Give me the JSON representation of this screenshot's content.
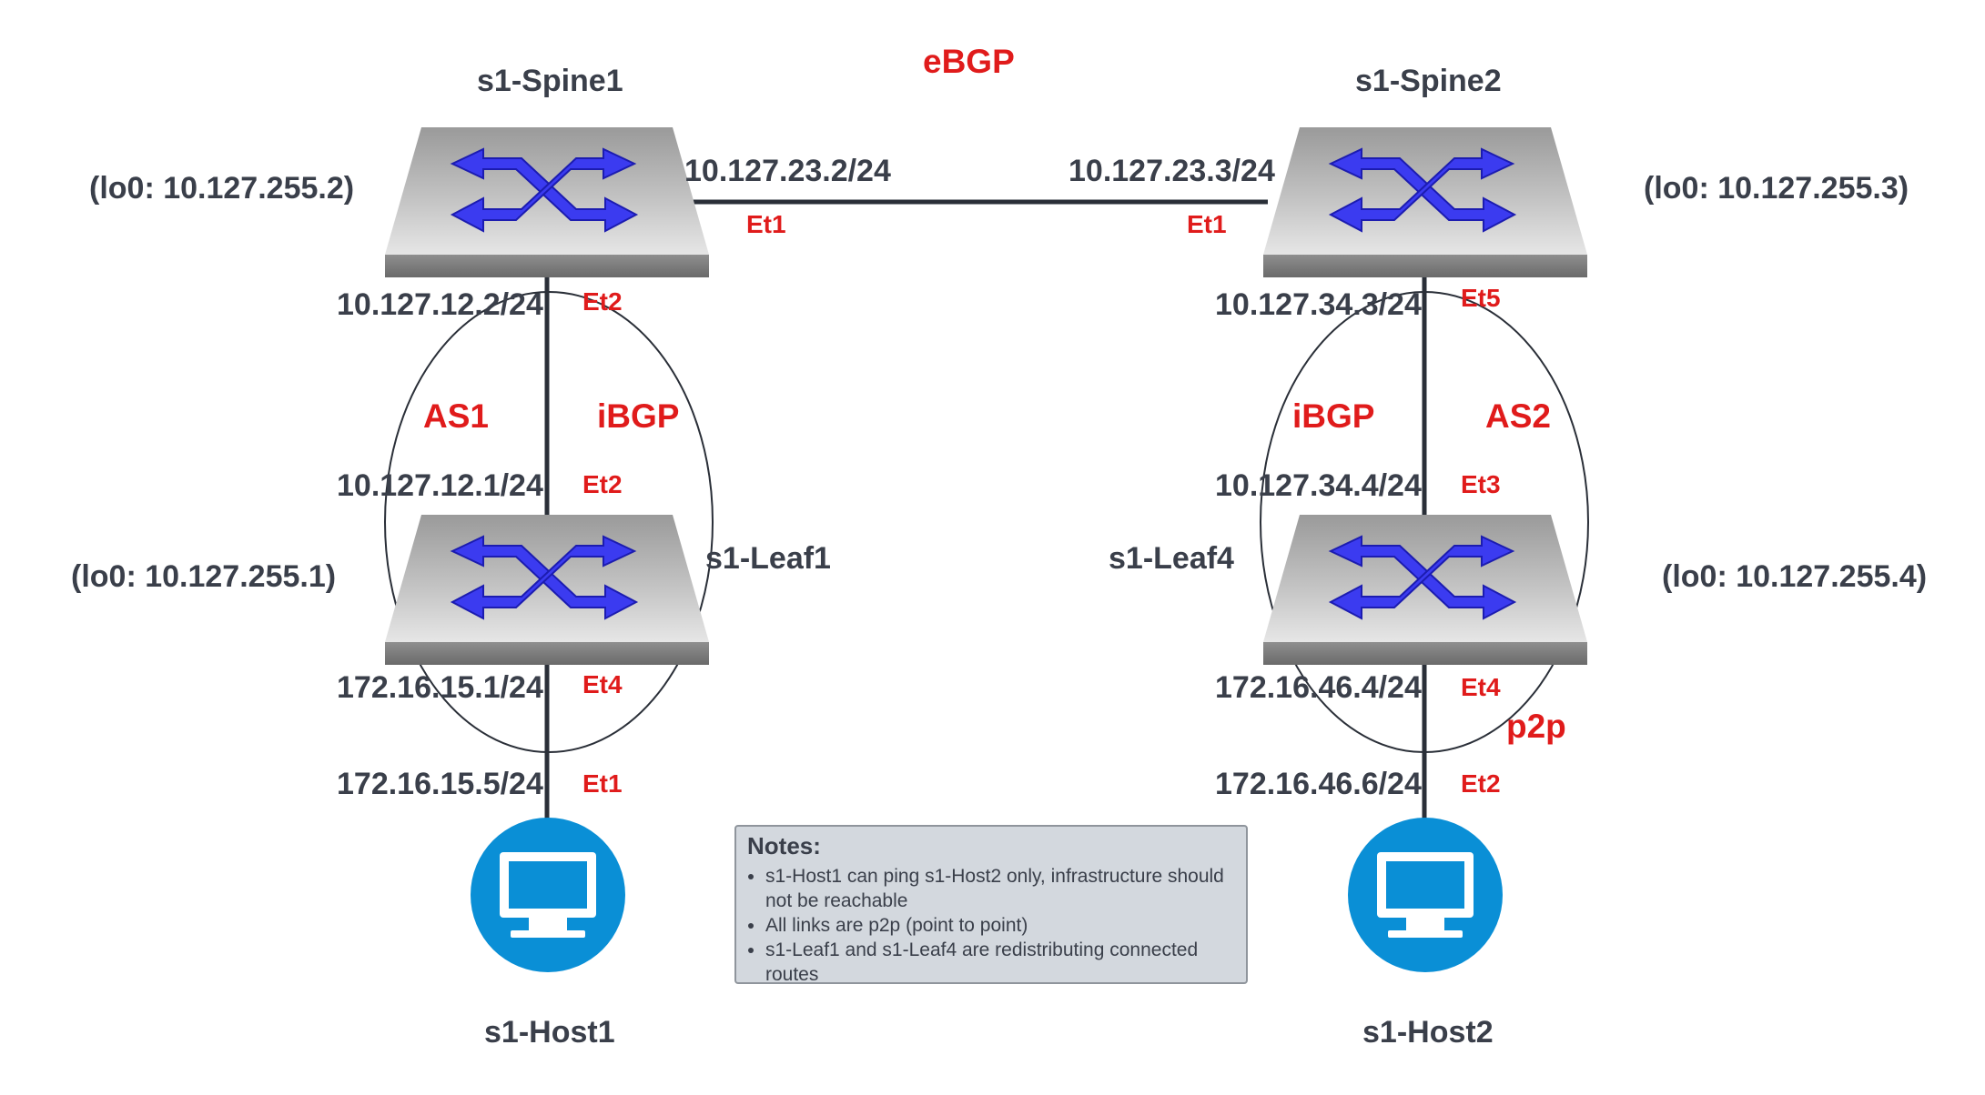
{
  "protocols": {
    "ebgp": "eBGP",
    "ibgp_left": "iBGP",
    "ibgp_right": "iBGP",
    "as1": "AS1",
    "as2": "AS2",
    "p2p": "p2p"
  },
  "nodes": {
    "spine1": {
      "name": "s1-Spine1",
      "loopback": "(lo0: 10.127.255.2)"
    },
    "spine2": {
      "name": "s1-Spine2",
      "loopback": "(lo0: 10.127.255.3)"
    },
    "leaf1": {
      "name": "s1-Leaf1",
      "loopback": "(lo0: 10.127.255.1)"
    },
    "leaf4": {
      "name": "s1-Leaf4",
      "loopback": "(lo0: 10.127.255.4)"
    },
    "host1": {
      "name": "s1-Host1"
    },
    "host2": {
      "name": "s1-Host2"
    }
  },
  "links": {
    "spine1_spine2": {
      "a_ip": "10.127.23.2/24",
      "a_port": "Et1",
      "b_ip": "10.127.23.3/24",
      "b_port": "Et1"
    },
    "spine1_leaf1": {
      "a_ip": "10.127.12.2/24",
      "a_port": "Et2",
      "b_ip": "10.127.12.1/24",
      "b_port": "Et2"
    },
    "leaf1_host1": {
      "a_ip": "172.16.15.1/24",
      "a_port": "Et4",
      "b_ip": "172.16.15.5/24",
      "b_port": "Et1"
    },
    "spine2_leaf4": {
      "a_ip": "10.127.34.3/24",
      "a_port": "Et5",
      "b_ip": "10.127.34.4/24",
      "b_port": "Et3"
    },
    "leaf4_host2": {
      "a_ip": "172.16.46.4/24",
      "a_port": "Et4",
      "b_ip": "172.16.46.6/24",
      "b_port": "Et2"
    }
  },
  "notes": {
    "title": "Notes:",
    "items": [
      "s1-Host1 can ping s1-Host2 only, infrastructure should not be reachable",
      "All links are p2p (point to point)",
      "s1-Leaf1 and s1-Leaf4 are redistributing connected routes"
    ]
  },
  "colors": {
    "label_dark": "#3a3f4a",
    "label_red": "#e01b1b",
    "arrow_blue": "#3b3bf0",
    "host_blue": "#0a8fd6",
    "notes_bg": "#d3d8de"
  }
}
